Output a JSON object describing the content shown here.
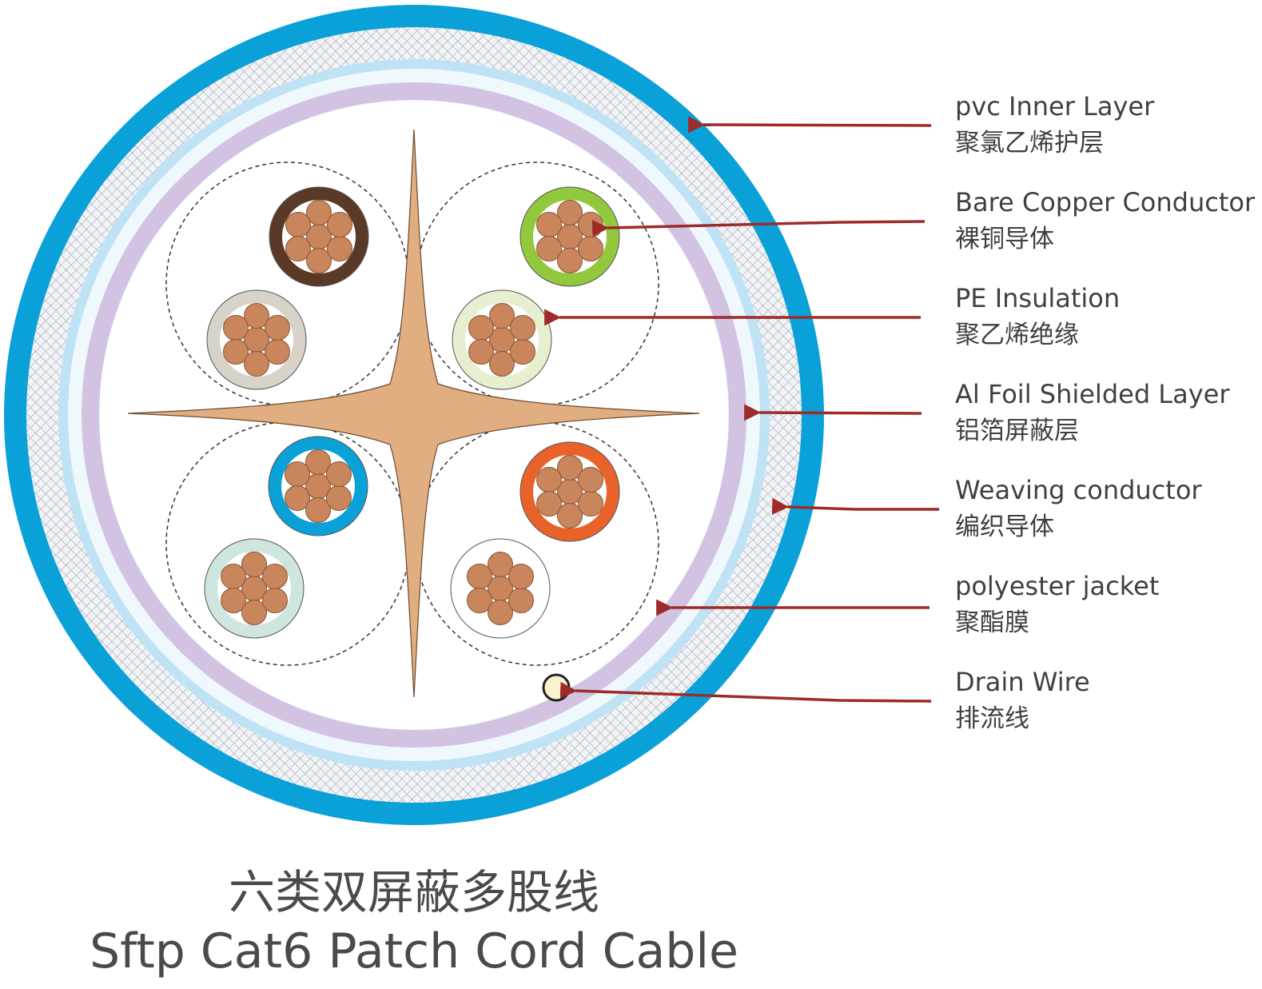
{
  "colors": {
    "outer_jacket": "#0aa0d8",
    "braid_bg": "#eef2f6",
    "braid_mesh": "#9aa3ad",
    "foil": "#bfe3f5",
    "polyester": "#d3c3e3",
    "separator": "#e0ae80",
    "copper": "#c9855c",
    "arrow": "#9e2a2a",
    "text": "#404040"
  },
  "pairs": [
    {
      "name": "brown-pair",
      "colors": [
        "#5a3a26",
        "#d8d3c8"
      ]
    },
    {
      "name": "green-pair",
      "colors": [
        "#92c83e",
        "#e6efd0"
      ]
    },
    {
      "name": "blue-pair",
      "colors": [
        "#0aa0d8",
        "#cfe5df"
      ]
    },
    {
      "name": "orange-pair",
      "colors": [
        "#e8622a",
        "#ffffff"
      ]
    }
  ],
  "labels": [
    {
      "en": "pvc Inner Layer",
      "cn": "聚氯乙烯护层"
    },
    {
      "en": "Bare Copper Conductor",
      "cn": "裸铜导体"
    },
    {
      "en": "PE Insulation",
      "cn": "聚乙烯绝缘"
    },
    {
      "en": "Al Foil Shielded Layer",
      "cn": "铝箔屏蔽层"
    },
    {
      "en": "Weaving conductor",
      "cn": "编织导体"
    },
    {
      "en": "polyester jacket",
      "cn": "聚酯膜"
    },
    {
      "en": "Drain Wire",
      "cn": "排流线"
    }
  ],
  "title": {
    "cn": "六类双屏蔽多股线",
    "en": "Sftp Cat6 Patch Cord Cable"
  }
}
